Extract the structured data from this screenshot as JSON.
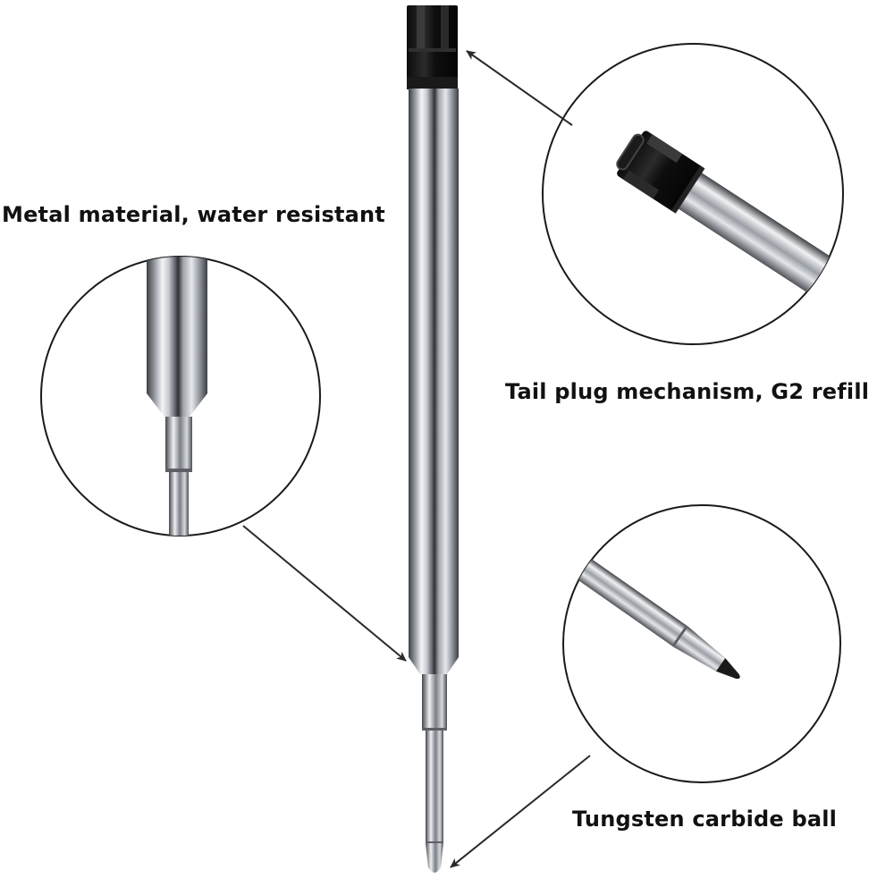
{
  "labels": {
    "metal_material": "Metal material, water resistant",
    "tail_plug": "Tail plug mechanism, G2 refill",
    "tungsten_ball": "Tungsten carbide ball"
  },
  "colors": {
    "background": "#ffffff",
    "text": "#111111",
    "steel_dark": "#3c3f44",
    "steel_light": "#f4f5f7",
    "plug_black": "#121212",
    "line": "#2a2a2a"
  }
}
